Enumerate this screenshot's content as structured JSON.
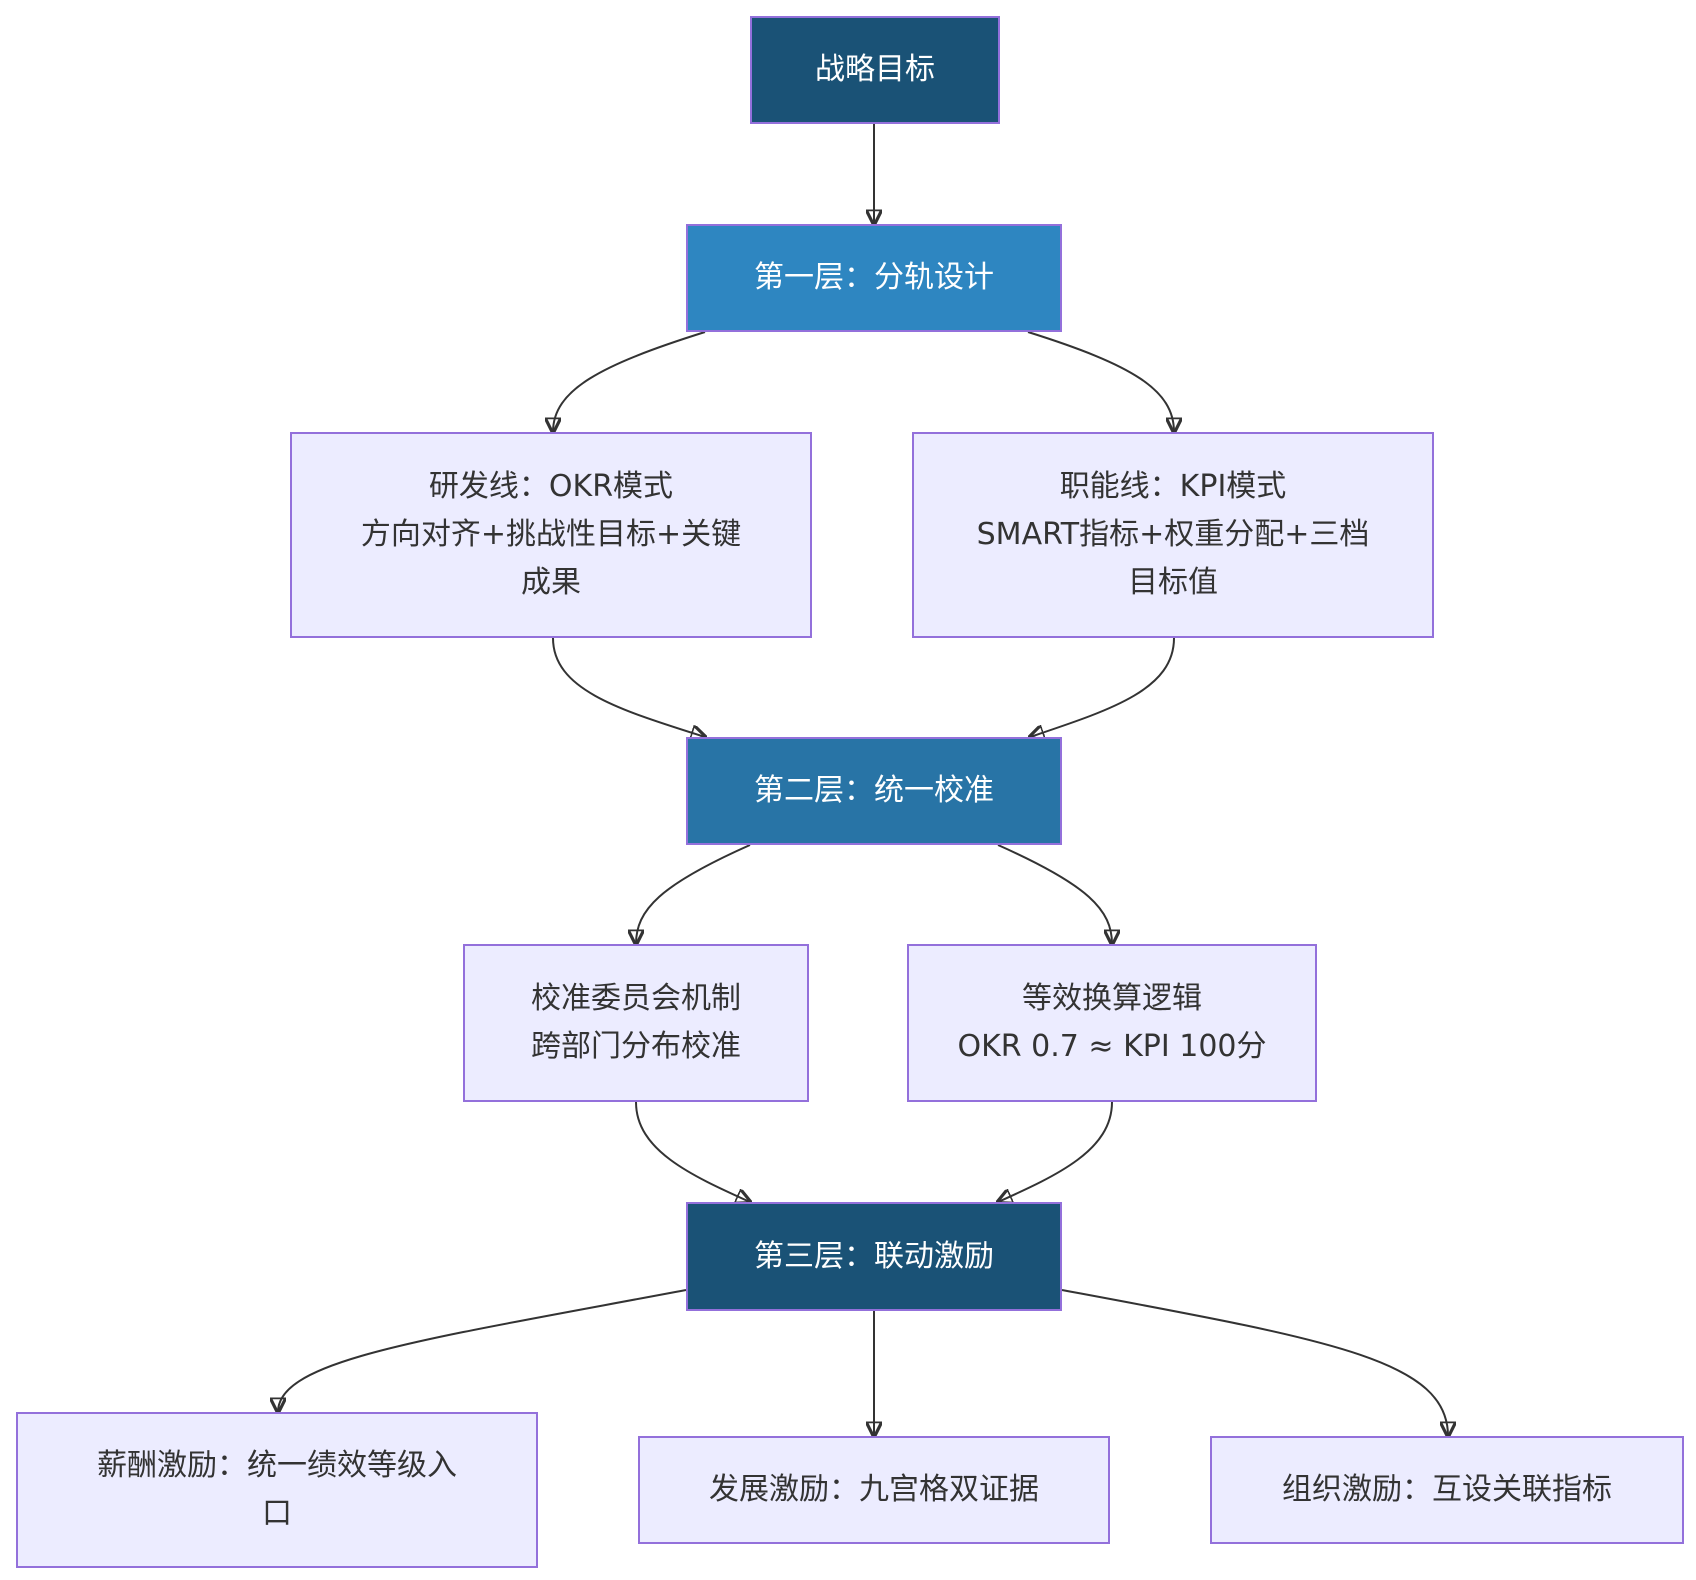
{
  "nodes": {
    "strategy": "战略目标",
    "layer1": "第一层：分轨设计",
    "rd_line": "研发线：OKR模式\n方向对齐+挑战性目标+关键\n成果",
    "func_line": "职能线：KPI模式\nSMART指标+权重分配+三档\n目标值",
    "layer2": "第二层：统一校准",
    "committee": "校准委员会机制\n跨部门分布校准",
    "equivalence": "等效换算逻辑\nOKR 0.7 ≈ KPI 100分",
    "layer3": "第三层：联动激励",
    "pay": "薪酬激励：统一绩效等级入\n口",
    "development": "发展激励：九宫格双证据",
    "organization": "组织激励：互设关联指标"
  },
  "colors": {
    "dark_node": "#1a5276",
    "mid_node": "#2e86c1",
    "mid2_node": "#2874a6",
    "light_node": "#ececff",
    "border": "#9370DB",
    "edge": "#333333"
  }
}
